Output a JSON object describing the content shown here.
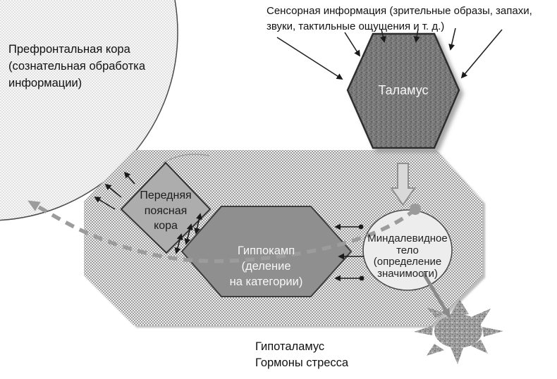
{
  "diagram": {
    "labels": {
      "sensory_info": "Сенсорная информация (зрительные образы, запахи,\nзвуки, тактильные ощущения и т. д.)",
      "prefrontal_cortex": "Префронтальная кора\n(сознательная обработка\nинформации)",
      "thalamus": "Таламус",
      "anterior_cingulate_cortex": "Передняя\nпоясная\nкора",
      "hippocampus": "Гиппокамп\n(деление\nна категории)",
      "amygdala": "Миндалевидное\nтело\n(определение\nзначимости)",
      "hypothalamus": "Гипоталамус\nГормоны стресса"
    },
    "colors": {
      "thalamus_fill": "#787878",
      "hippocampus_fill": "#8f8f8f",
      "anterior_cingulate_fill": "#adadad",
      "amygdala_fill": "#ededed",
      "octagon_dot": "#9d9d9d",
      "prefrontal_dot": "#e2e2e2",
      "dashed_arrow": "#9c9c9c",
      "solid_gray_arrow": "#8a8a8a",
      "thin_arrow": "#1a1a1a",
      "sun_fill": "#a0a0a0",
      "text_dark": "#111111",
      "text_light": "#f7f7f7"
    }
  }
}
